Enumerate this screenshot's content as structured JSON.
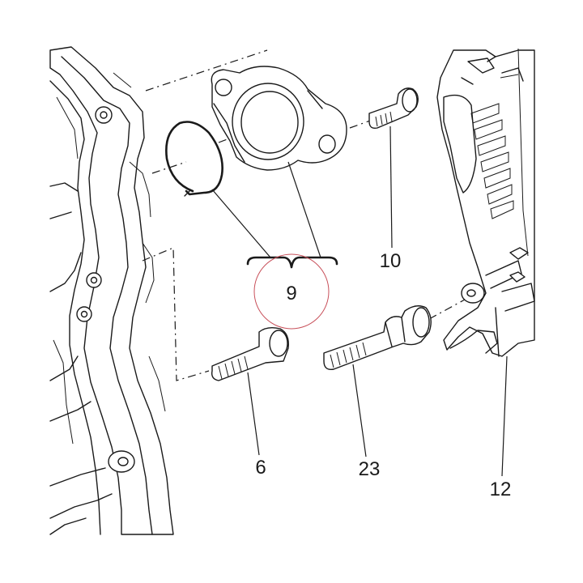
{
  "callouts": {
    "c6": "6",
    "c9": "9",
    "c10": "10",
    "c12": "12",
    "c23": "23"
  },
  "colors": {
    "line": "#1a1a1a",
    "highlight_circle": "#c8505a",
    "background": "#ffffff"
  }
}
